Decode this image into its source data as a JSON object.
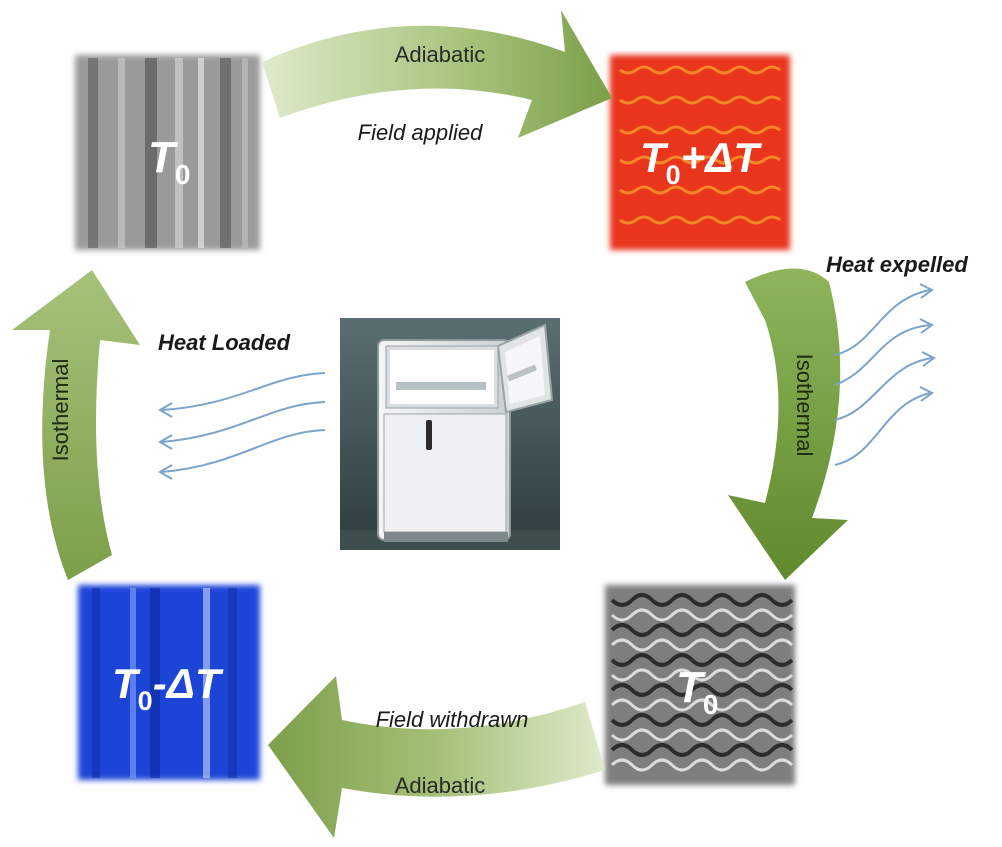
{
  "states": {
    "top_left": {
      "label": "T",
      "sub": "0",
      "tail": ""
    },
    "top_right": {
      "label": "T",
      "sub": "0",
      "tail": "+ΔT"
    },
    "bottom_right": {
      "label": "T",
      "sub": "0",
      "tail": ""
    },
    "bottom_left": {
      "label": "T",
      "sub": "0",
      "tail": "-ΔT"
    }
  },
  "arrows": {
    "top": {
      "label": "Adiabatic",
      "caption": "Field applied"
    },
    "right": {
      "label": "Isothermal",
      "caption": "Heat expelled"
    },
    "bottom": {
      "label": "Adiabatic",
      "caption": "Field withdrawn"
    },
    "left": {
      "label": "Isothermal",
      "caption": "Heat Loaded"
    }
  },
  "colors": {
    "arrow_light": "#c9dcae",
    "arrow_dark": "#7a9e46",
    "heat_flow": "#7aa4cc",
    "hot_tile": "#e8351e",
    "cold_tile": "#1f45d8",
    "neutral_tile": "#8a8a8a"
  },
  "icons": {
    "center": "refrigerator-icon"
  }
}
